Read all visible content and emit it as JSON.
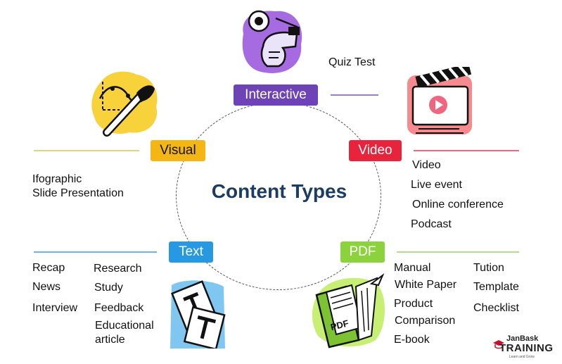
{
  "title": "Content Types",
  "categories": {
    "interactive": {
      "label": "Interactive",
      "color": "#6e43b6",
      "items": [
        "Quiz Test"
      ]
    },
    "video": {
      "label": "Video",
      "color": "#e8243c",
      "items": [
        "Video",
        "Live event",
        "Online conference",
        "Podcast"
      ]
    },
    "visual": {
      "label": "Visual",
      "color": "#f3b612",
      "items": [
        "Ifographic",
        "Slide Presentation"
      ]
    },
    "text": {
      "label": "Text",
      "color": "#2798e2",
      "col1": [
        "Recap",
        "News",
        "Interview"
      ],
      "col2": [
        "Research",
        "Study",
        "Feedback",
        "Educational",
        "article"
      ]
    },
    "pdf": {
      "label": "PDF",
      "color": "#8cd23c",
      "col1": [
        "Manual",
        "White Paper",
        "Product",
        "Comparison",
        "E-book"
      ],
      "col2": [
        "Tution",
        "Template",
        "Checklist"
      ]
    }
  },
  "icons": {
    "interactive": "hand-touch-icon",
    "video": "video-player-icon",
    "visual": "paintbrush-infographic-icon",
    "text": "text-document-icon",
    "pdf": "pdf-folder-icon"
  },
  "logo": {
    "line1": "JanBask",
    "line2": "TRAINING",
    "tagline": "Learn and Grow"
  }
}
